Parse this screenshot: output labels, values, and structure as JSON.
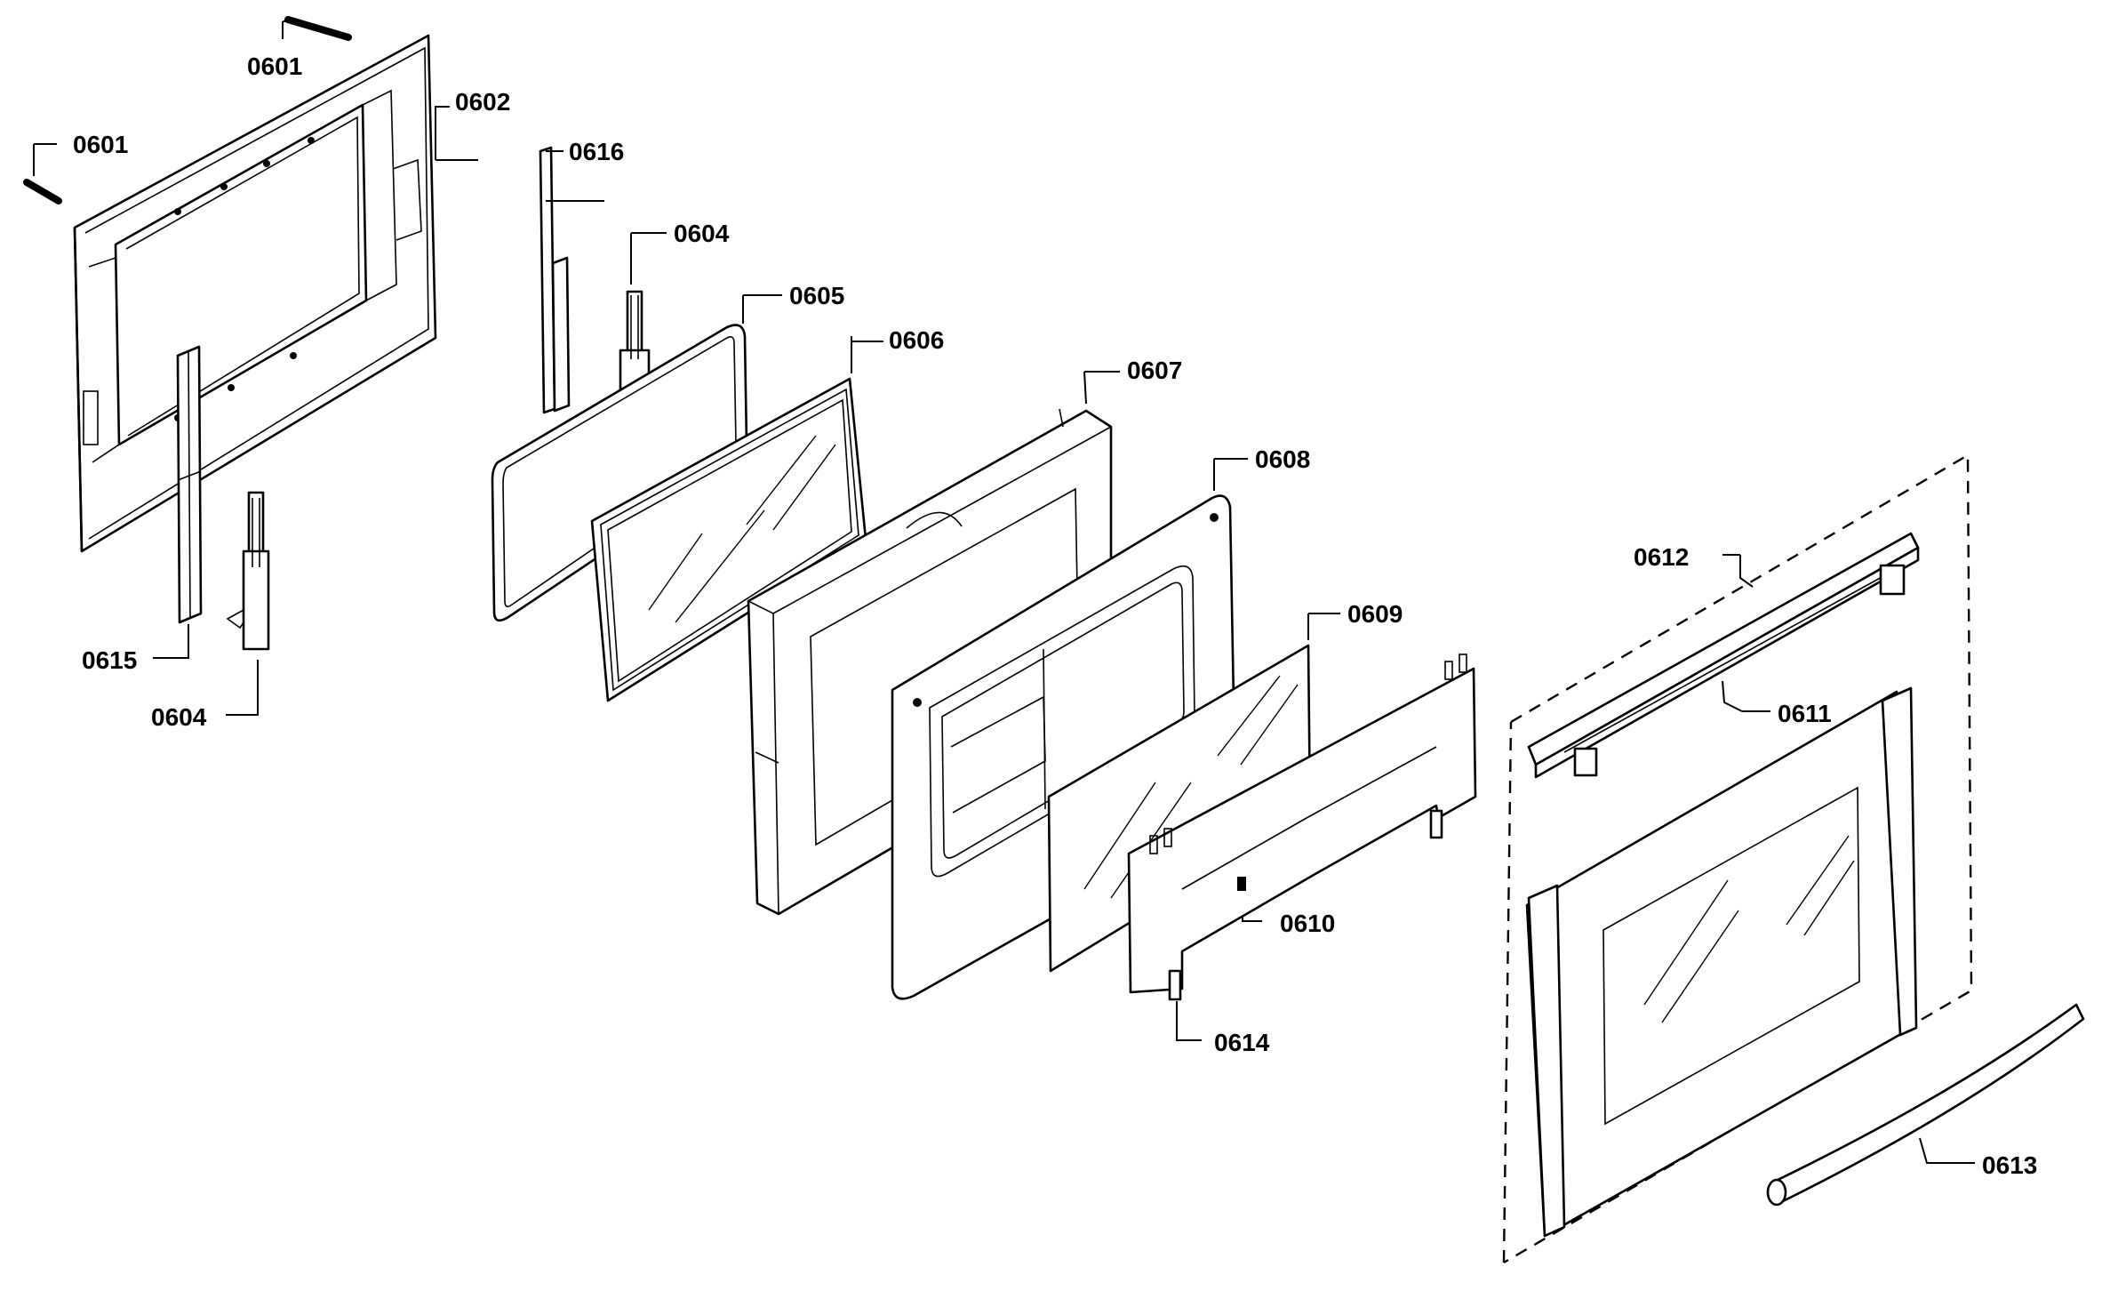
{
  "callouts": {
    "c0601a": "0601",
    "c0601b": "0601",
    "c0602": "0602",
    "c0604a": "0604",
    "c0604b": "0604",
    "c0605": "0605",
    "c0606": "0606",
    "c0607": "0607",
    "c0608": "0608",
    "c0609": "0609",
    "c0610": "0610",
    "c0611": "0611",
    "c0612": "0612",
    "c0613": "0613",
    "c0614": "0614",
    "c0615": "0615",
    "c0616": "0616"
  }
}
